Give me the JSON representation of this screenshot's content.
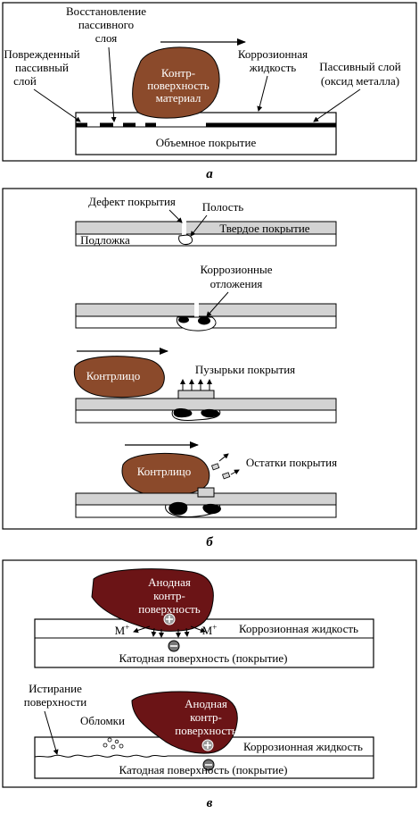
{
  "panel_a": {
    "restore_label": [
      "Восстановление",
      "пассивного",
      "слоя"
    ],
    "damaged_label": [
      "Поврежденный",
      "пассивный",
      "слой"
    ],
    "counterface_label": [
      "Контр-",
      "поверхность",
      "материал"
    ],
    "fluid_label": [
      "Коррозионная",
      "жидкость"
    ],
    "passive_label": [
      "Пассивный слой",
      "(оксид металла)"
    ],
    "bulk_label": "Объемное покрытие",
    "caption": "а"
  },
  "panel_b": {
    "defect_label": "Дефект покрытия",
    "cavity_label": "Полость",
    "hard_coating_label": "Твердое покрытие",
    "substrate_label": "Подложка",
    "deposits_label": [
      "Коррозионные",
      "отложения"
    ],
    "counterface_label_1": "Контрлицо",
    "blisters_label": "Пузырьки покрытия",
    "counterface_label_2": "Контрлицо",
    "debris_label": "Остатки покрытия",
    "caption": "б"
  },
  "panel_c": {
    "anodic_label_1": [
      "Анодная",
      "контр-",
      "поверхность"
    ],
    "m_plus_left": "M",
    "m_plus_right": "M",
    "plus_sup": "+",
    "fluid_label_1": "Коррозионная жидкость",
    "cathode_label_1": "Катодная поверхность (покрытие)",
    "wear_label": [
      "Истирание",
      "поверхности"
    ],
    "debris_label": "Обломки",
    "anodic_label_2": [
      "Анодная",
      "контр-",
      "поверхность"
    ],
    "fluid_label_2": "Коррозионная жидкость",
    "cathode_label_2": "Катодная поверхность (покрытие)",
    "caption": "в"
  },
  "colors": {
    "brown": "#8b4a2b",
    "dark_red": "#6b1416",
    "gray_band": "#d3d3d3",
    "black": "#000000"
  }
}
